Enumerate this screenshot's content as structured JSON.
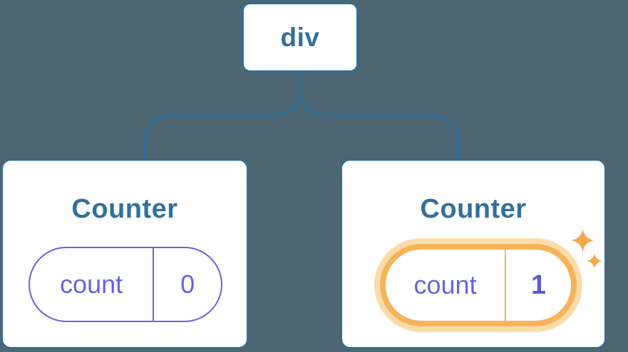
{
  "diagram": {
    "description": "Component tree with a div root and two Counter children holding count state",
    "root": {
      "label": "div"
    },
    "children": [
      {
        "title": "Counter",
        "state": {
          "label": "count",
          "value": "0"
        },
        "highlighted": false
      },
      {
        "title": "Counter",
        "state": {
          "label": "count",
          "value": "1"
        },
        "highlighted": true
      }
    ]
  },
  "icons": {
    "sparkle": "✦"
  },
  "colors": {
    "background": "#4D6671",
    "node_fill": "#FFFFFF",
    "line_blue": "#2E6E99",
    "title_blue": "#31709C",
    "state_purple": "#6A62DD",
    "value_purple_bold": "#5B5BD6",
    "highlight_orange": "#F5B45C",
    "highlight_halo": "#FBDCA9",
    "sparkle_orange": "#F2A94C"
  }
}
